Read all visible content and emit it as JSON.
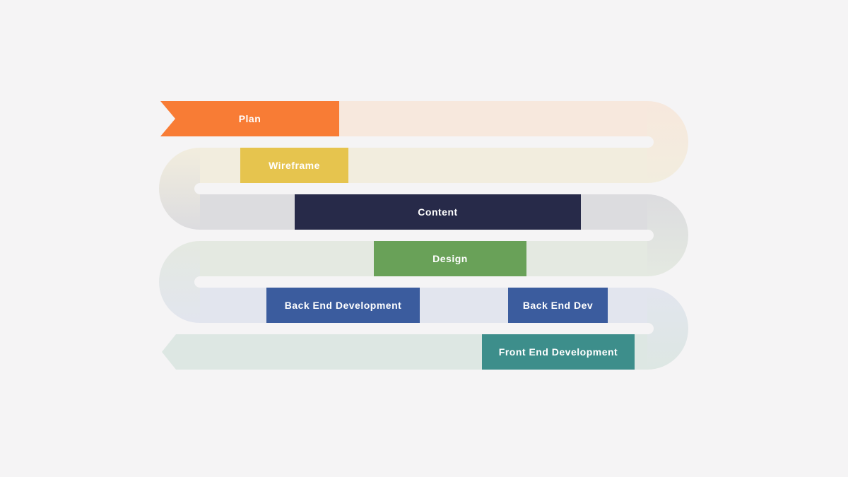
{
  "canvas": {
    "background": "#f5f4f5"
  },
  "timeline": {
    "type": "snake-process-timeline",
    "stages": [
      {
        "id": "plan",
        "label": "Plan",
        "color": "#f87c35",
        "trail_color": "#f7e8dd"
      },
      {
        "id": "wireframe",
        "label": "Wireframe",
        "color": "#e6c44e",
        "trail_color": "#f2edde"
      },
      {
        "id": "content",
        "label": "Content",
        "color": "#272a49",
        "trail_color": "#dcdcdf"
      },
      {
        "id": "design",
        "label": "Design",
        "color": "#69a158",
        "trail_color": "#e4e9e1"
      },
      {
        "id": "backend",
        "label": "Back End Development",
        "color": "#3b5c9e",
        "trail_color": "#e2e5ee"
      },
      {
        "id": "backend_short",
        "label": "Back End Dev",
        "color": "#3b5c9e",
        "trail_color": "#e2e5ee"
      },
      {
        "id": "frontend",
        "label": "Front End Development",
        "color": "#3d8e8b",
        "trail_color": "#dde7e3"
      }
    ]
  }
}
